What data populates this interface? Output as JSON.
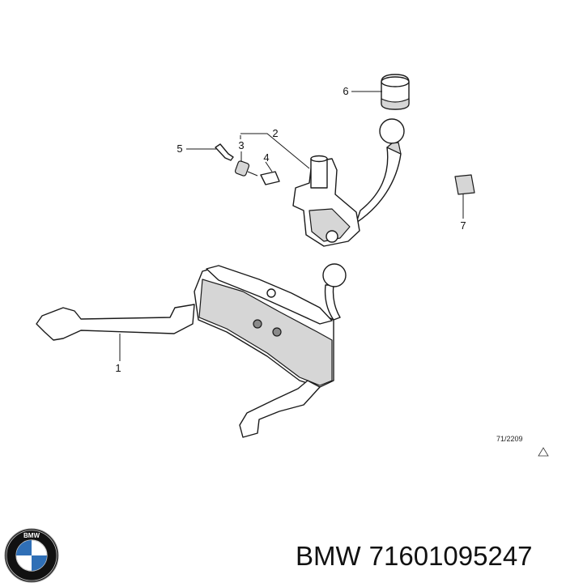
{
  "diagram": {
    "callouts": {
      "c1": "1",
      "c2": "2",
      "c3": "3",
      "c4": "4",
      "c5": "5",
      "c6": "6",
      "c7": "7"
    },
    "ref_code": "71/2209"
  },
  "footer": {
    "brand": "BMW",
    "part_number": "71601095247",
    "logo_text": "BMW",
    "logo_colors": {
      "blue": "#2f6fb6",
      "ring": "#111111",
      "white": "#ffffff"
    }
  }
}
